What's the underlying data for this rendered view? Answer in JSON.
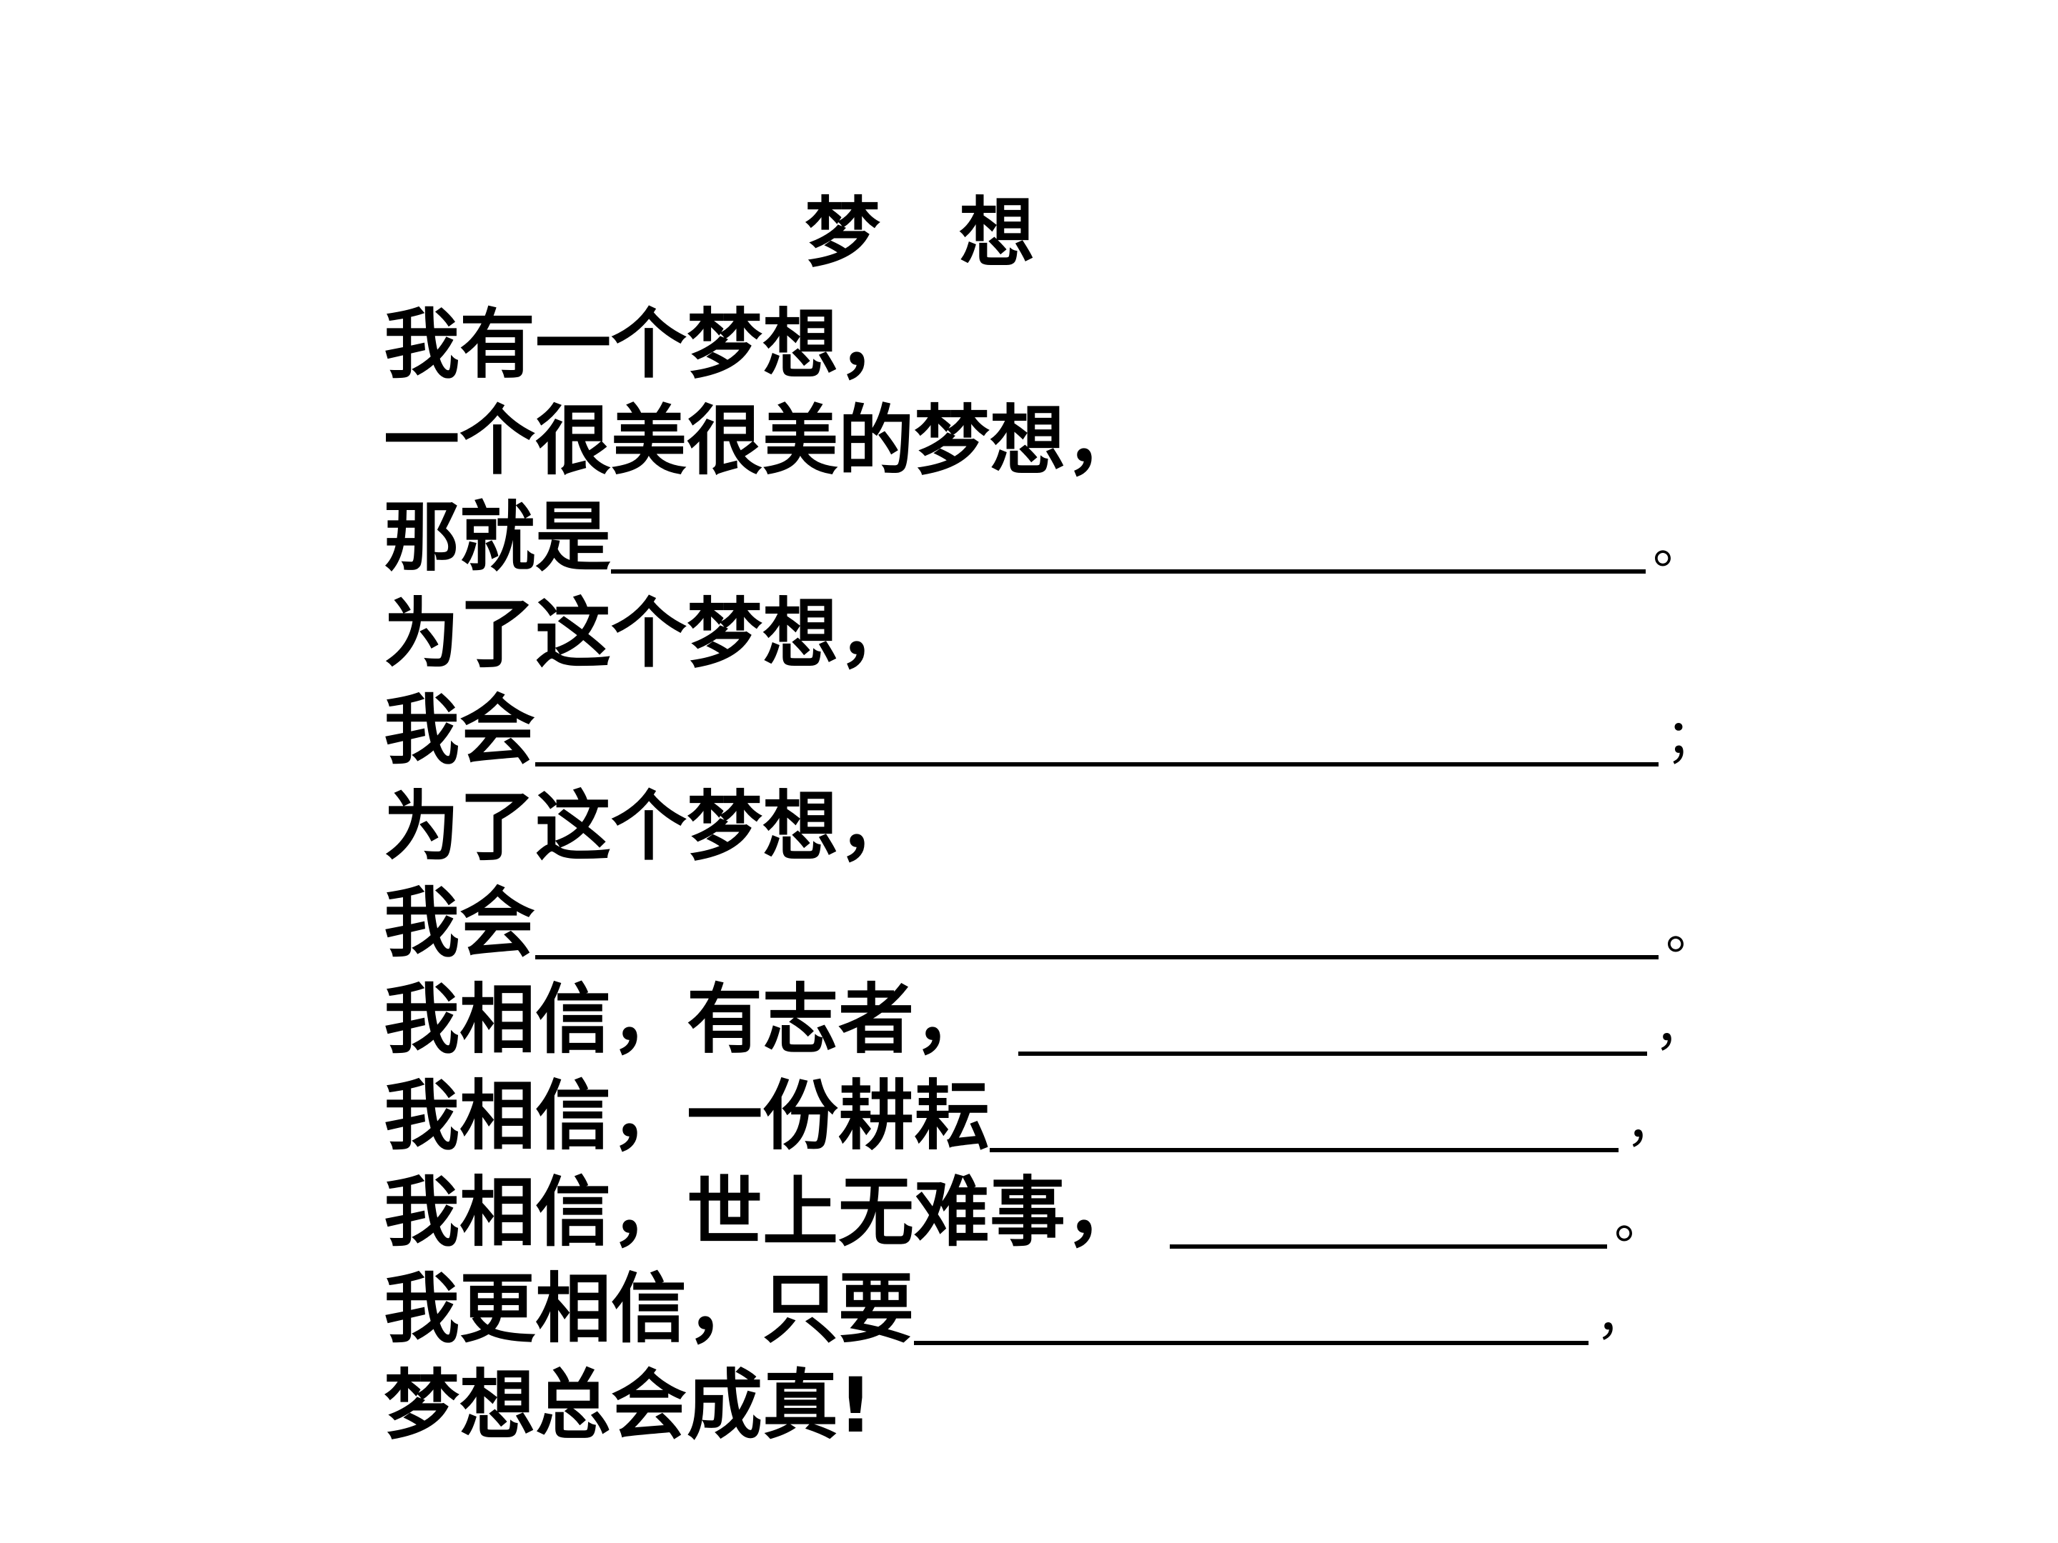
{
  "document": {
    "title_chars": [
      "梦",
      "想"
    ],
    "lines": [
      {
        "text": "我有一个梦想，",
        "punct": ""
      },
      {
        "text": "一个很美很美的梦想，",
        "punct": ""
      },
      {
        "text": "那就是",
        "punct": "。"
      },
      {
        "text": "为了这个梦想，",
        "punct": ""
      },
      {
        "text": "我会",
        "punct": "；"
      },
      {
        "text": "为了这个梦想，",
        "punct": ""
      },
      {
        "text": "我会",
        "punct": "。"
      },
      {
        "text": "我相信，有志者，",
        "punct": "，"
      },
      {
        "text": "我相信，一份耕耘",
        "punct": "，"
      },
      {
        "text": "我相信，世上无难事，",
        "punct": "。"
      },
      {
        "text": "我更相信，只要",
        "punct": "，"
      },
      {
        "text": "梦想总会成真!",
        "punct": ""
      }
    ]
  }
}
